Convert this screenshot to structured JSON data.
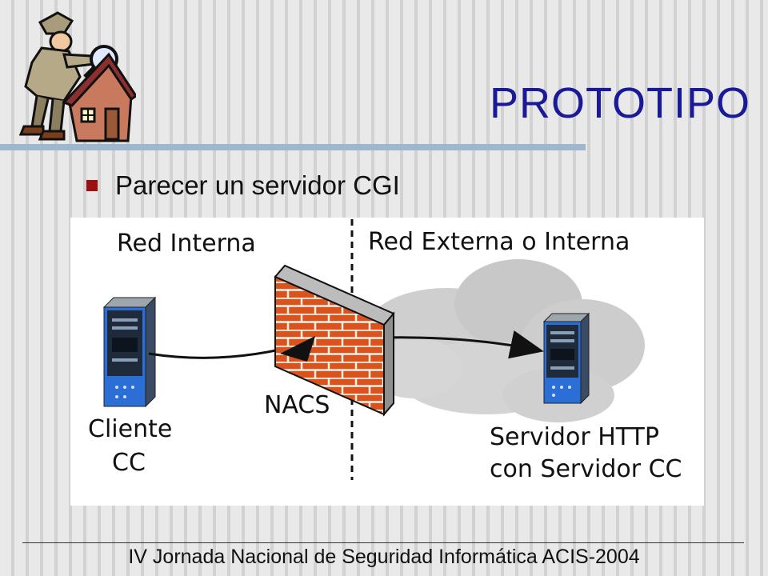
{
  "slide": {
    "title": "PROTOTIPO",
    "bullet": "Parecer un servidor CGI",
    "footer": "IV Jornada Nacional de Seguridad Informática ACIS-2004"
  },
  "diagram": {
    "zone_left": "Red Interna",
    "zone_right": "Red Externa o Interna",
    "firewall_label": "NACS",
    "client_line1": "Cliente",
    "client_line2": "CC",
    "server_line1": "Servidor HTTP",
    "server_line2": "con Servidor CC"
  },
  "icons": {
    "clipart": "detective-house-clipart",
    "client": "server-tower-icon",
    "server": "server-tower-icon",
    "firewall": "brick-firewall-icon",
    "network": "cloud-icon"
  },
  "colors": {
    "title": "#1a1a99",
    "bullet": "#9b1111",
    "rule": "#9fb6cf",
    "server_blue": "#2b6fd6",
    "brick": "#d9531e"
  }
}
